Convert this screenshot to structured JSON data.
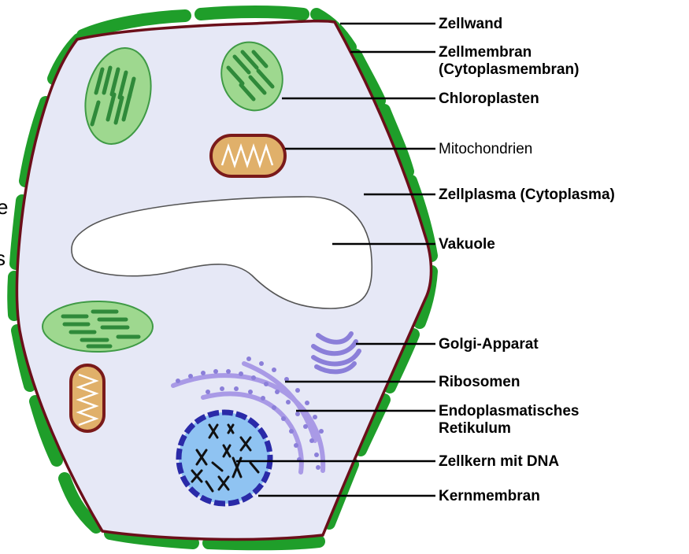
{
  "labels": {
    "zellwand": "Zellwand",
    "zellmembran_1": "Zellmembran",
    "zellmembran_2": "(Cytoplasmembran)",
    "chloroplasten": "Chloroplasten",
    "mitochondrien": "Mitochondrien",
    "zellplasma": "Zellplasma (Cytoplasma)",
    "vakuole": "Vakuole",
    "golgi": "Golgi-Apparat",
    "ribosomen": "Ribosomen",
    "er_1": "Endoplasmatisches",
    "er_2": "Retikulum",
    "zellkern": "Zellkern mit DNA",
    "kernmembran": "Kernmembran"
  },
  "left_edge_fragments": [
    "e",
    "s"
  ],
  "colors": {
    "cell_wall": "#1f9e2a",
    "membrane": "#6b0f1a",
    "cytoplasm": "#e6e8f6",
    "chloroplast_fill": "#9ed88f",
    "thylakoid": "#2f8a3a",
    "mito_outer": "#7a1a1a",
    "mito_fill": "#e0b06a",
    "er": "#a99ae6",
    "nucleus_fill": "#8fc3f2",
    "nucleus_membrane": "#2a2aa8",
    "golgi": "#8b7fd9"
  }
}
